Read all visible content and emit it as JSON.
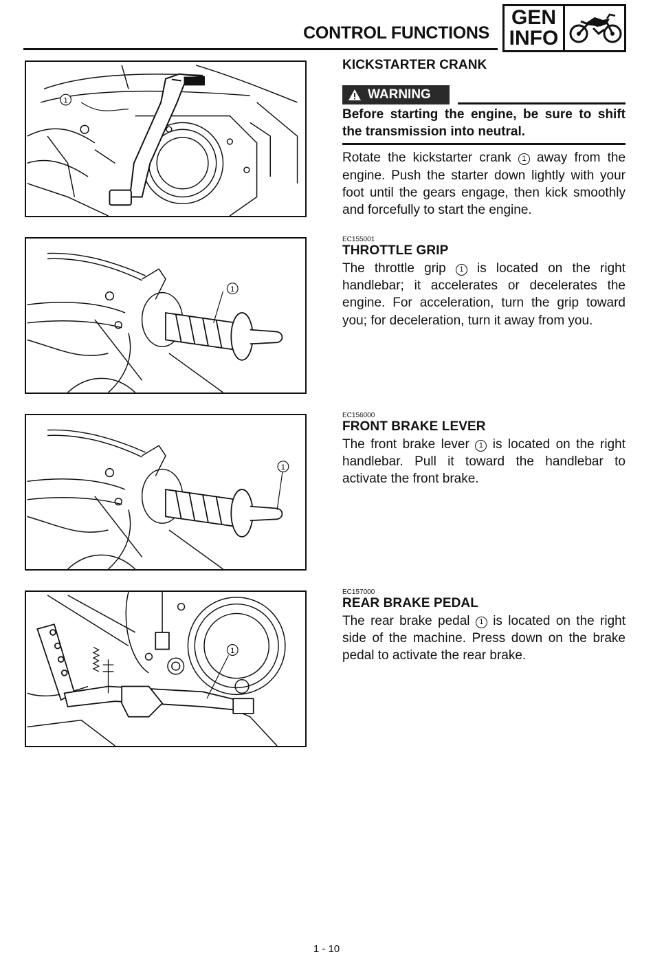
{
  "header": {
    "title": "CONTROL FUNCTIONS",
    "badge_line1": "GEN",
    "badge_line2": "INFO",
    "badge_icon": "motorcycle-icon"
  },
  "sections": [
    {
      "code": "",
      "title": "KICKSTARTER CRANK",
      "warning": {
        "label": "WARNING",
        "icon": "warning-triangle-icon",
        "text": "Before starting the engine, be sure to shift the transmission into neutral."
      },
      "body_before": "Rotate the kickstarter crank",
      "callout": "1",
      "body_after": "away from the engine. Push the starter down lightly with your foot until the gears engage, then kick smoothly and forcefully to start the engine.",
      "figure_callout": "1"
    },
    {
      "code": "EC155001",
      "title": "THROTTLE GRIP",
      "body_before": "The throttle grip",
      "callout": "1",
      "body_after": "is located on the right handlebar; it accelerates or decelerates the engine. For acceleration, turn the grip toward you; for deceleration, turn it away from you.",
      "figure_callout": "1"
    },
    {
      "code": "EC156000",
      "title": "FRONT BRAKE LEVER",
      "body_before": "The front brake lever",
      "callout": "1",
      "body_after": "is located on the right handlebar. Pull it toward the handlebar to activate the front brake.",
      "figure_callout": "1"
    },
    {
      "code": "EC157000",
      "title": "REAR BRAKE PEDAL",
      "body_before": "The rear brake pedal",
      "callout": "1",
      "body_after": "is located on the right side of the machine. Press down on the brake pedal to activate the rear brake.",
      "figure_callout": "1"
    }
  ],
  "footer": {
    "page_number": "1 - 10"
  }
}
